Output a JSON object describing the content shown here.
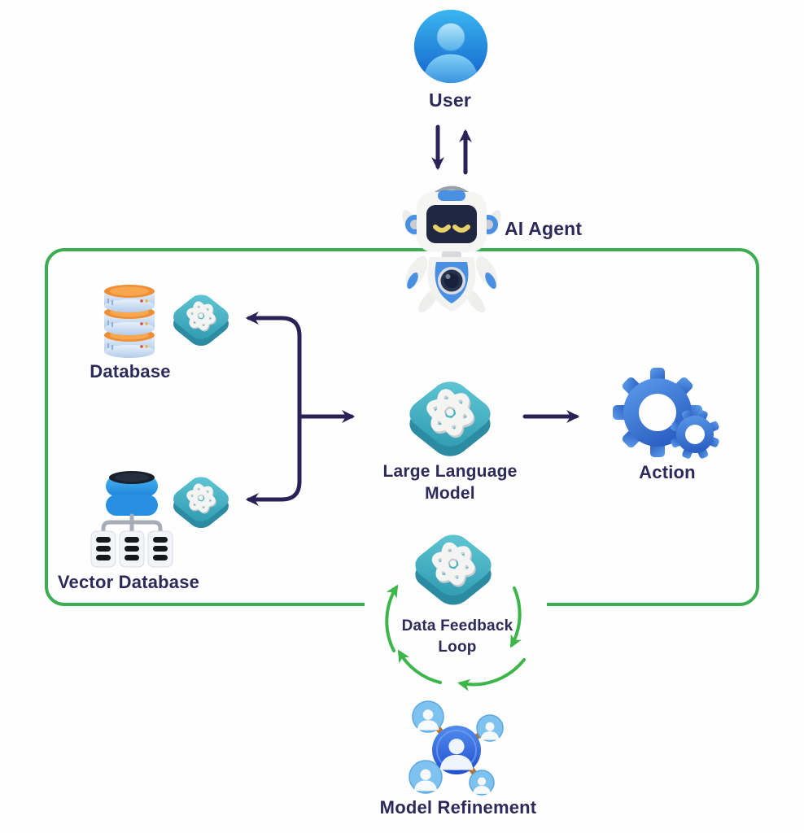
{
  "diagram": {
    "type": "flow-diagram",
    "topic": "AI Agent architecture with RAG and data feedback loop"
  },
  "nodes": {
    "user": {
      "label": "User"
    },
    "ai_agent": {
      "label": "AI Agent"
    },
    "database": {
      "label": "Database"
    },
    "vector_database": {
      "label": "Vector Database"
    },
    "llm": {
      "label": "Large Language Model",
      "line1": "Large Language",
      "line2": "Model"
    },
    "action": {
      "label": "Action"
    },
    "feedback_loop": {
      "label": "Data Feedback Loop",
      "line1": "Data Feedback",
      "line2": "Loop"
    },
    "model_refinement": {
      "label": "Model Refinement"
    }
  },
  "edges": [
    {
      "from": "user",
      "to": "ai_agent",
      "style": "two-opposing-vertical-arrows"
    },
    {
      "from": "junction",
      "to": "database-chip",
      "direction": "left"
    },
    {
      "from": "junction",
      "to": "vector-database-chip",
      "direction": "left"
    },
    {
      "from": "junction",
      "to": "llm",
      "direction": "right"
    },
    {
      "from": "llm",
      "to": "action",
      "direction": "right"
    },
    {
      "loop": "data-feedback-cycle",
      "direction": "counterclockwise",
      "color": "#3cb54b"
    }
  ],
  "icons": {
    "user": "user-avatar-icon",
    "ai_agent": "robot-icon",
    "database": "database-cylinders-icon",
    "vector_database": "vector-database-icon",
    "llm_chip": "ai-knot-chip-icon",
    "action": "gears-icon",
    "model_refinement": "network-users-icon",
    "feedback": "cycle-arrows-icon"
  },
  "palette": {
    "text_navy": "#2d2a5a",
    "arrow_navy": "#2b2156",
    "box_green": "#3cad52",
    "loop_green": "#3cb54b",
    "chip_teal_top": "#4db6c6",
    "chip_teal_side": "#2b8ba0",
    "gear_blue": "#3b7bd4",
    "avatar_blue": "#1e7ddb",
    "db_orange": "#ef8f35",
    "refinement_orange": "#b5702e"
  }
}
